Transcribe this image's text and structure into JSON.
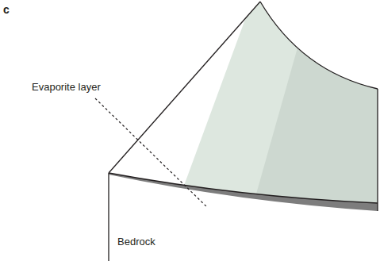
{
  "diagram": {
    "labels": [
      "c",
      "Evaporite layer",
      "Bedrock"
    ]
  }
}
